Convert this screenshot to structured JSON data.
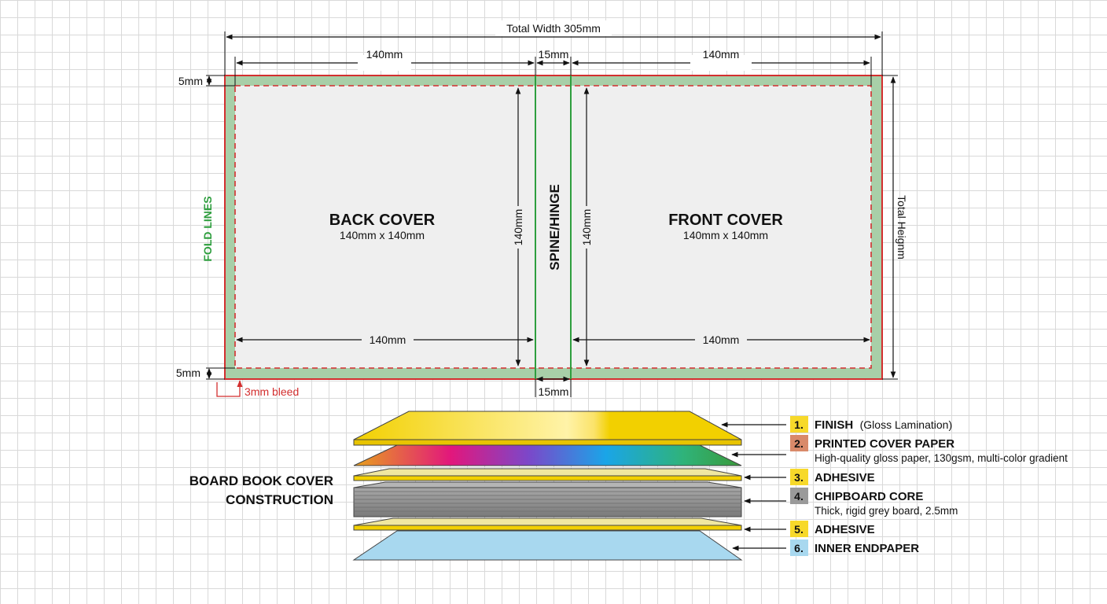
{
  "colors": {
    "bleed_border": "#d32f2f",
    "bleed_fill": "#a8cfa8",
    "panel_fill": "#efefef",
    "fold_line": "#2e9e3e",
    "finish": "#f7d92a",
    "adhesive": "#f0df6a",
    "chipboard": "#8e8e8e",
    "endpaper": "#a8d8ef",
    "grid": "#d9d9d9"
  },
  "template": {
    "total_width": "Total Width 305mm",
    "total_height": "Total Heignm",
    "back_width_top": "140mm",
    "spine_width_top": "15mm",
    "front_width_top": "140mm",
    "margin_top": "5mm",
    "margin_bottom": "5mm",
    "fold_lines": "FOLD LINES",
    "back_cover_title": "BACK COVER",
    "back_cover_size": "140mm x 140mm",
    "front_cover_title": "FRONT COVER",
    "front_cover_size": "140mm x 140mm",
    "spine": "SPINE/HINGE",
    "back_height": "140mm",
    "front_height": "140mm",
    "back_width_inner": "140mm",
    "front_width_inner": "140mm",
    "spine_width_bottom": "15mm",
    "bleed": "3mm bleed"
  },
  "construction": {
    "title_line1": "BOARD BOOK COVER",
    "title_line2": "CONSTRUCTION",
    "layers": [
      {
        "num": "1.",
        "label": "FINISH",
        "note": "(Gloss Lamination)",
        "desc": "",
        "color": "#f7d92a"
      },
      {
        "num": "2.",
        "label": "PRINTED COVER PAPER",
        "note": "",
        "desc": "High-quality gloss paper, 130gsm, multi-color gradient",
        "color": "#d98a6a"
      },
      {
        "num": "3.",
        "label": "ADHESIVE",
        "note": "",
        "desc": "",
        "color": "#f7d92a"
      },
      {
        "num": "4.",
        "label": "CHIPBOARD CORE",
        "note": "",
        "desc": "Thick, rigid grey board, 2.5mm",
        "color": "#9a9a9a"
      },
      {
        "num": "5.",
        "label": "ADHESIVE",
        "note": "",
        "desc": "",
        "color": "#f7d92a"
      },
      {
        "num": "6.",
        "label": "INNER ENDPAPER",
        "note": "",
        "desc": "",
        "color": "#a8d8ef"
      }
    ]
  }
}
